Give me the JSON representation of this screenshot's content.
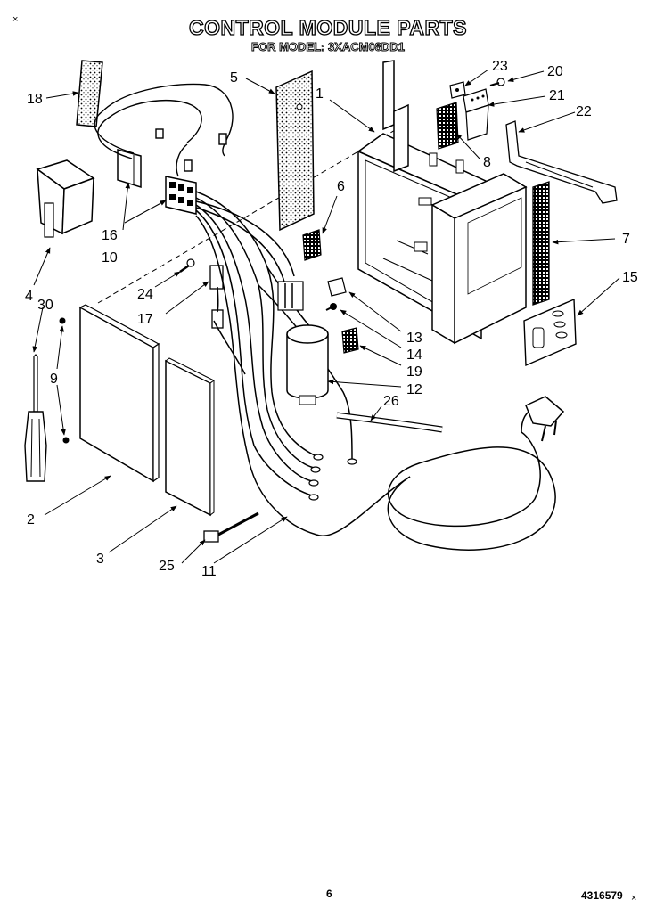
{
  "header": {
    "title": "CONTROL MODULE PARTS",
    "subtitle": "FOR MODEL: 3XACM08DD1"
  },
  "corner_marks": {
    "top_left": "×"
  },
  "footer": {
    "page_number": "6",
    "doc_number": "4316579",
    "doc_mark": "×"
  },
  "callouts": {
    "c1": "1",
    "c2": "2",
    "c3": "3",
    "c4": "4",
    "c5": "5",
    "c6": "6",
    "c7": "7",
    "c8": "8",
    "c9": "9",
    "c10": "10",
    "c11": "11",
    "c12": "12",
    "c13": "13",
    "c14": "14",
    "c15": "15",
    "c16": "16",
    "c17": "17",
    "c18": "18",
    "c19": "19",
    "c20": "20",
    "c21": "21",
    "c22": "22",
    "c23": "23",
    "c24": "24",
    "c25": "25",
    "c26": "26",
    "c30": "30"
  }
}
